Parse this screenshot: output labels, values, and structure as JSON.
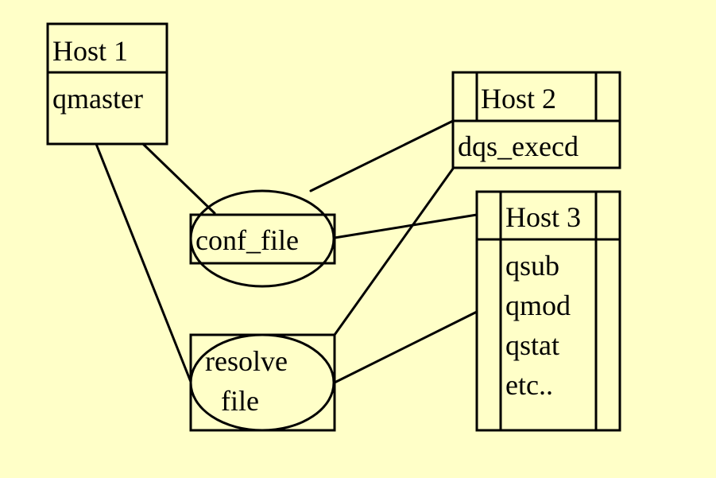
{
  "colors": {
    "background": "#ffffc8",
    "stroke": "#000000",
    "text": "#000000"
  },
  "hosts": {
    "host1": {
      "title": "Host 1",
      "lines": [
        "qmaster"
      ]
    },
    "host2": {
      "title": "Host 2",
      "lines": [
        "dqs_execd"
      ]
    },
    "host3": {
      "title": "Host 3",
      "lines": [
        "qsub",
        "qmod",
        "qstat",
        "etc.."
      ]
    }
  },
  "files": {
    "conf": {
      "lines": [
        "conf_file"
      ]
    },
    "resolve": {
      "lines": [
        "resolve",
        "file"
      ]
    }
  }
}
